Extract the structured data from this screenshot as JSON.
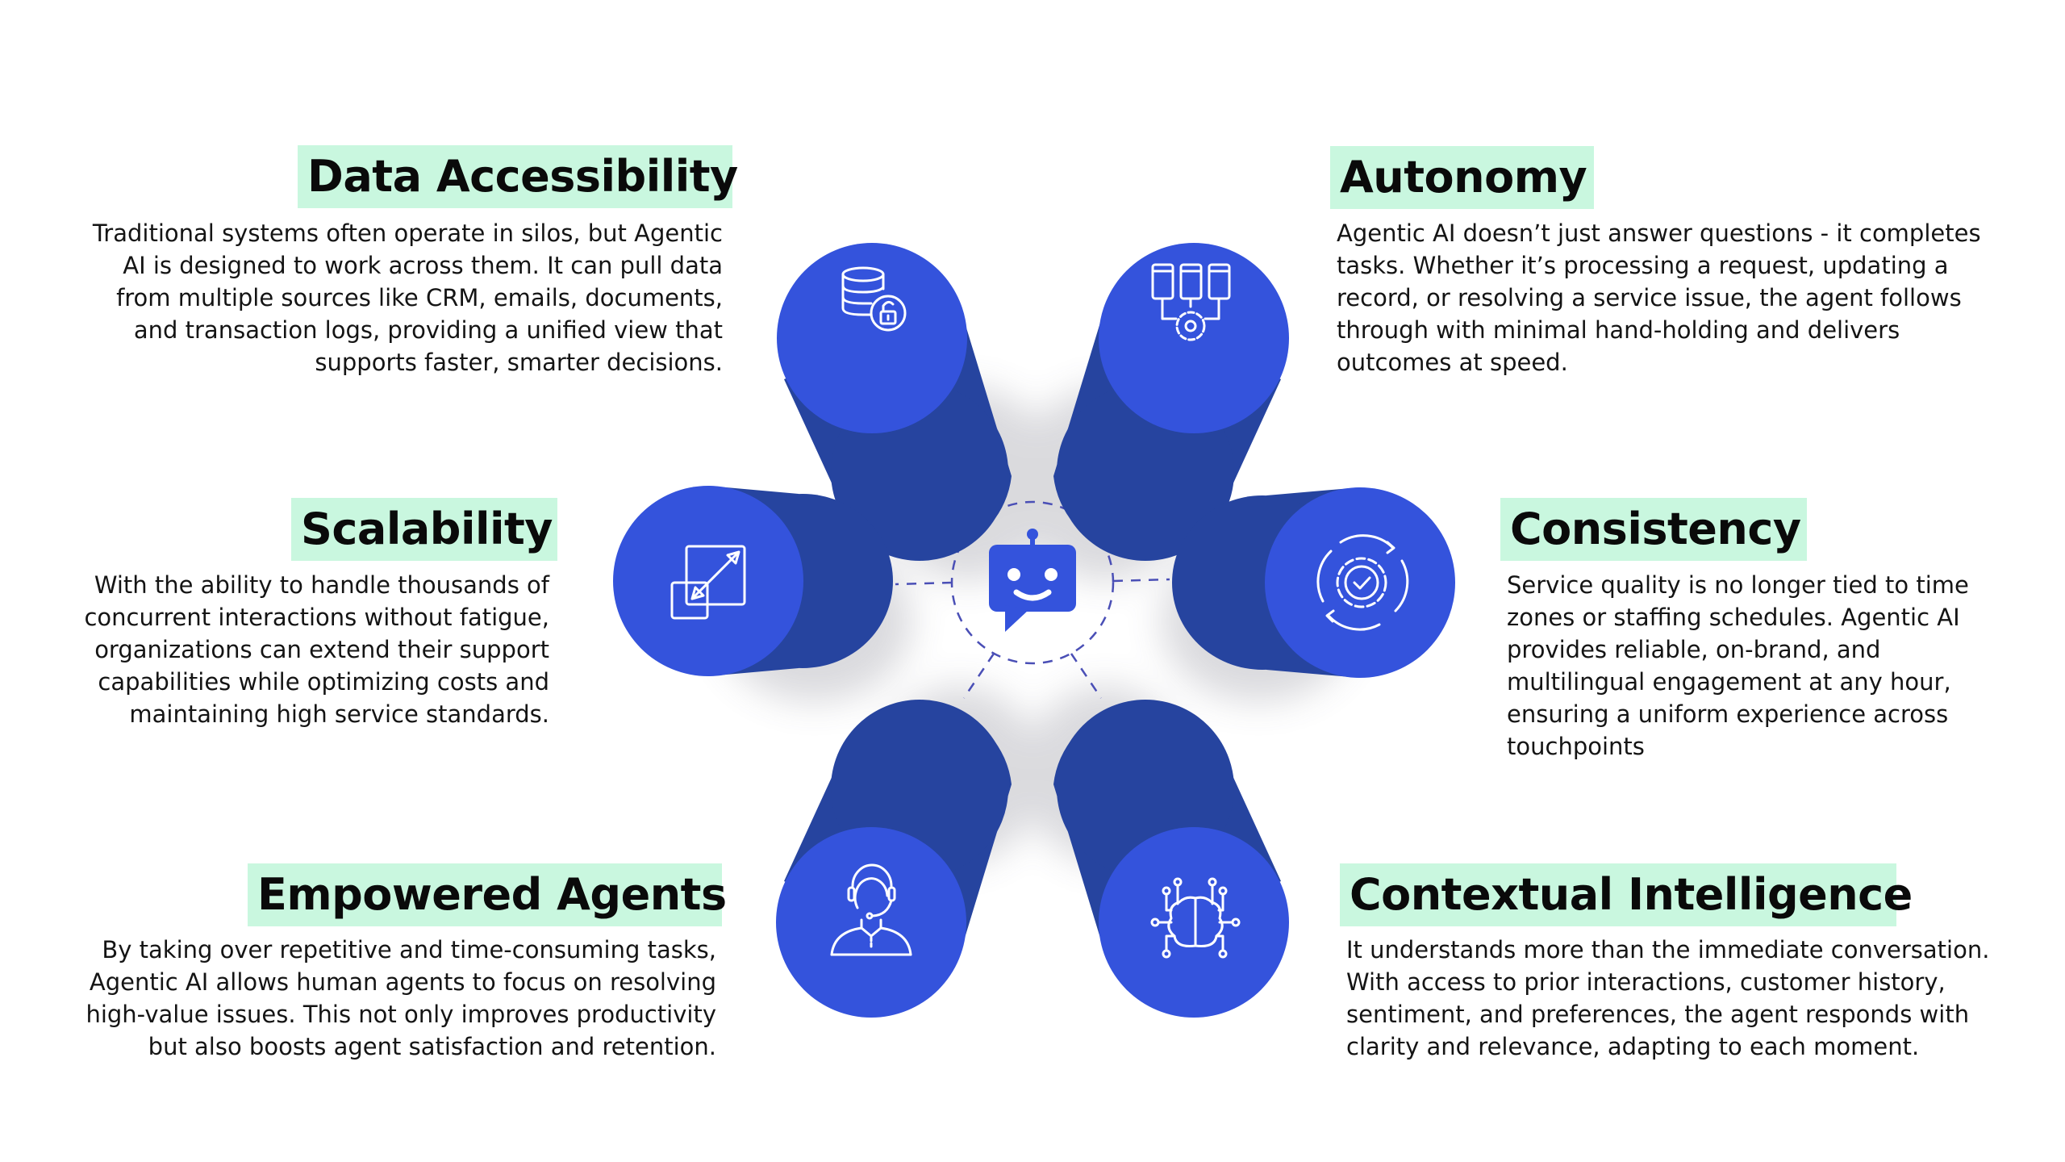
{
  "colors": {
    "face": "#3453dc",
    "tail": "#26449f",
    "badge": "#c9f7df",
    "dash": "#4a4fb6",
    "text": "#141414"
  },
  "center": {
    "icon": "chatbot-icon",
    "label": "Agentic AI chatbot"
  },
  "features": [
    {
      "id": "data-accessibility",
      "title": "Data Accessibility",
      "icon": "database-unlock-icon",
      "lines": [
        "Traditional systems often operate in silos, but Agentic",
        "AI is designed to work across them. It can pull data",
        "from multiple sources like CRM, emails, documents,",
        "and transaction logs, providing a unified view that",
        "supports faster, smarter decisions."
      ]
    },
    {
      "id": "autonomy",
      "title": "Autonomy",
      "icon": "servers-gear-icon",
      "lines": [
        "Agentic AI doesn’t just answer questions - it completes",
        "tasks. Whether it’s processing a request, updating a",
        "record, or resolving a service issue, the agent follows",
        "through with minimal hand-holding and delivers",
        "outcomes at speed."
      ]
    },
    {
      "id": "scalability",
      "title": "Scalability",
      "icon": "resize-scale-icon",
      "lines": [
        "With the ability to handle thousands of",
        "concurrent interactions without fatigue,",
        "organizations can extend their support",
        "capabilities while optimizing costs and",
        "maintaining high service standards."
      ]
    },
    {
      "id": "consistency",
      "title": "Consistency",
      "icon": "gear-check-cycle-icon",
      "lines": [
        "Service quality is no longer tied to time",
        "zones or staffing schedules. Agentic AI",
        "provides reliable, on-brand, and",
        "multilingual engagement at any hour,",
        "ensuring a uniform experience across",
        "touchpoints"
      ]
    },
    {
      "id": "empowered-agents",
      "title": "Empowered Agents",
      "icon": "headset-agent-icon",
      "lines": [
        "By taking over repetitive and time-consuming tasks,",
        "Agentic AI allows human agents to focus on resolving",
        "high-value issues. This not only improves productivity",
        "but also boosts agent satisfaction and retention."
      ]
    },
    {
      "id": "contextual-intelligence",
      "title": "Contextual Intelligence",
      "icon": "brain-circuit-icon",
      "lines": [
        "It understands more than the immediate conversation.",
        "With access to prior interactions, customer history,",
        "sentiment, and preferences, the agent responds with",
        "clarity and relevance, adapting to each moment."
      ]
    }
  ]
}
